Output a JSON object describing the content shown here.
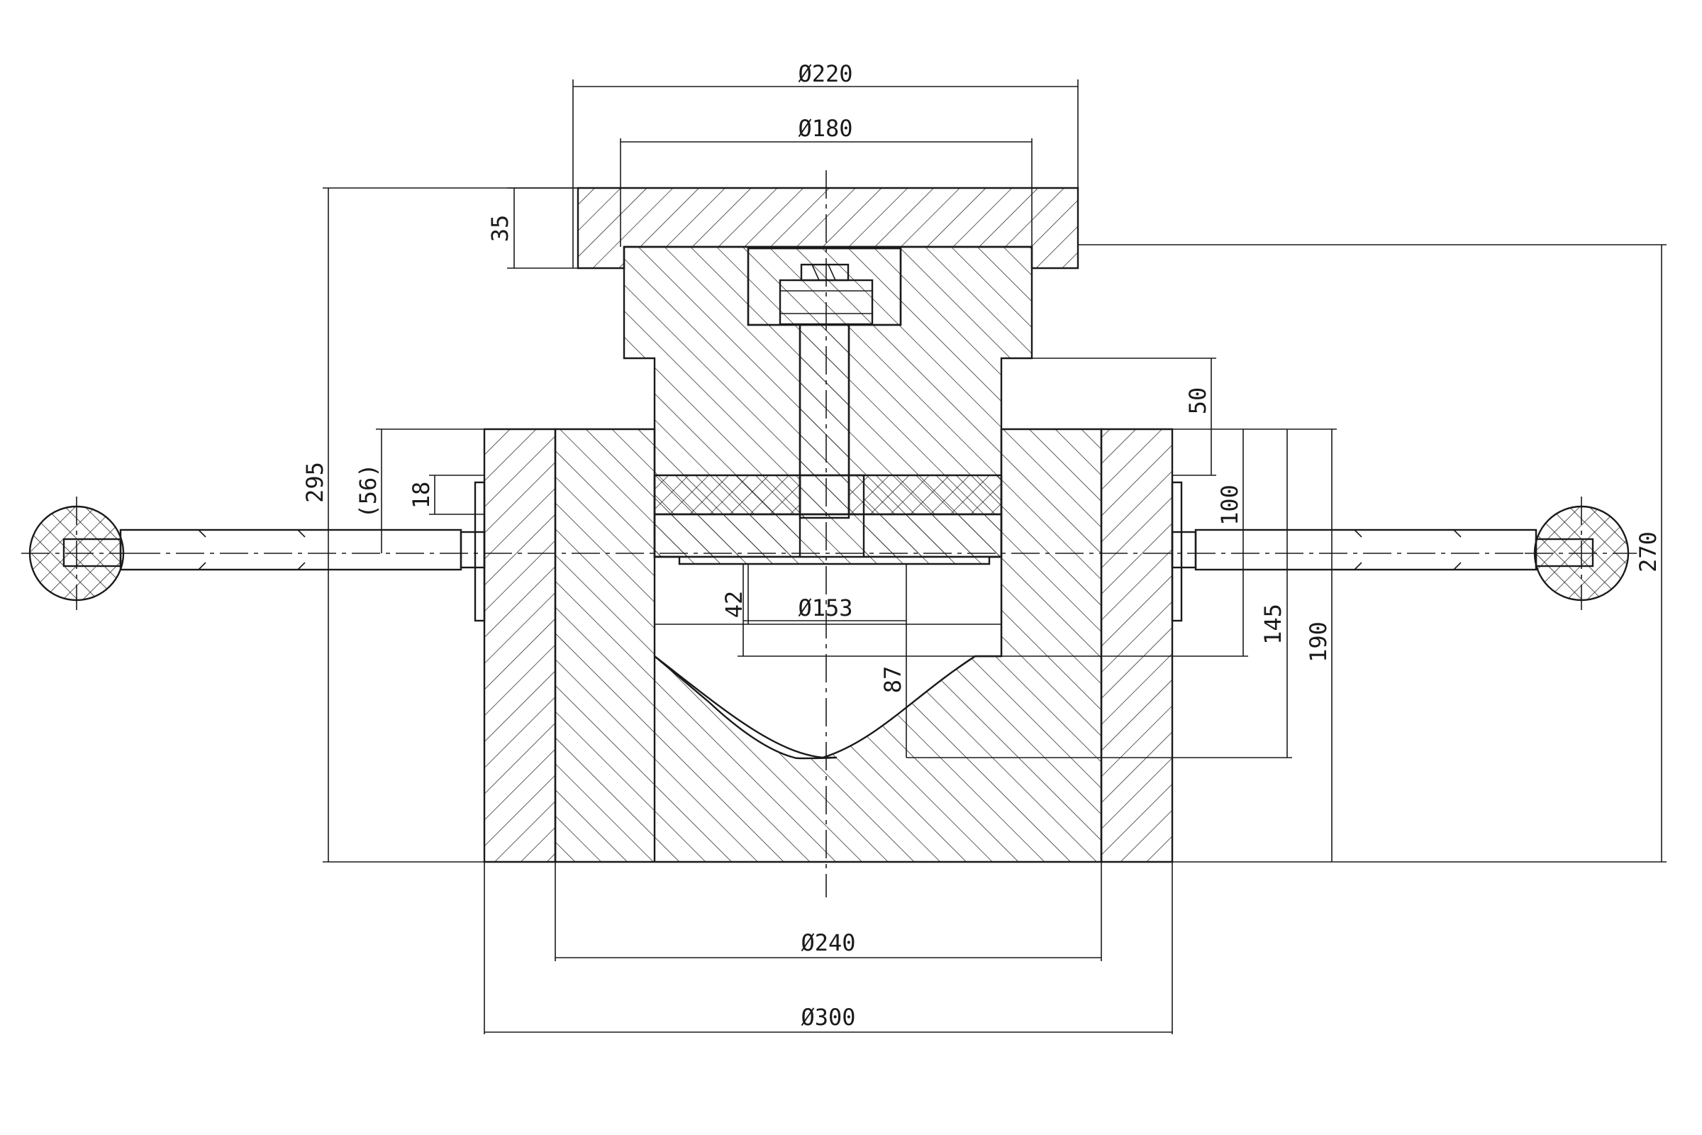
{
  "dimensions": {
    "d220": "Ø220",
    "d180": "Ø180",
    "d153": "Ø153",
    "d240": "Ø240",
    "d300": "Ø300",
    "h35": "35",
    "h50": "50",
    "h295": "295",
    "h56": "(56)",
    "h18": "18",
    "h100": "100",
    "h42": "42",
    "h145": "145",
    "h190": "190",
    "h87": "87",
    "h270": "270"
  },
  "colors": {
    "line": "#1a1a1a",
    "background": "#ffffff"
  }
}
